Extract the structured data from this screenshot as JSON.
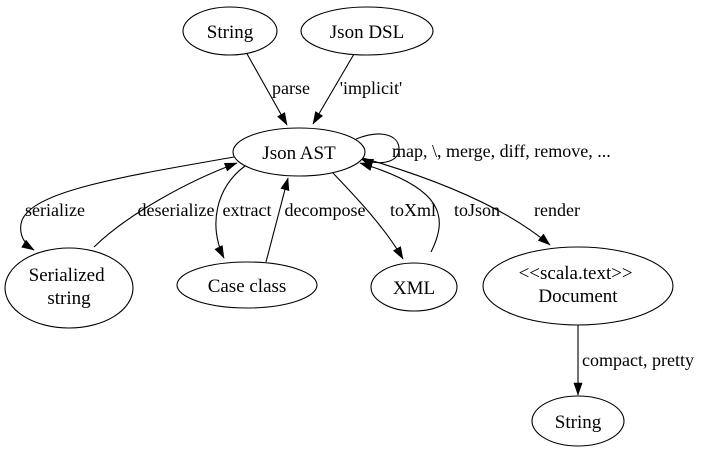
{
  "diagram": {
    "type": "directed-graph",
    "colors": {
      "background": "#ffffff",
      "node_fill": "#ffffff",
      "stroke": "#000000",
      "text": "#000000"
    },
    "nodes": {
      "string_top": {
        "label": "String"
      },
      "json_dsl": {
        "label": "Json DSL"
      },
      "json_ast": {
        "label": "Json AST"
      },
      "serialized_string": {
        "label_line1": "Serialized",
        "label_line2": "string"
      },
      "case_class": {
        "label": "Case class"
      },
      "xml": {
        "label": "XML"
      },
      "scala_text_document": {
        "label_line1": "<<scala.text>>",
        "label_line2": "Document"
      },
      "string_bottom": {
        "label": "String"
      }
    },
    "edges": {
      "parse": {
        "label": "parse",
        "from": "String",
        "to": "Json AST"
      },
      "implicit": {
        "label": "'implicit'",
        "from": "Json DSL",
        "to": "Json AST"
      },
      "map_loop": {
        "label": "map, \\, merge, diff, remove, ...",
        "from": "Json AST",
        "to": "Json AST"
      },
      "serialize": {
        "label": "serialize",
        "from": "Json AST",
        "to": "Serialized string"
      },
      "deserialize": {
        "label": "deserialize",
        "from": "Serialized string",
        "to": "Json AST"
      },
      "extract": {
        "label": "extract",
        "from": "Json AST",
        "to": "Case class"
      },
      "decompose": {
        "label": "decompose",
        "from": "Case class",
        "to": "Json AST"
      },
      "to_xml": {
        "label": "toXml",
        "from": "Json AST",
        "to": "XML"
      },
      "to_json": {
        "label": "toJson",
        "from": "XML",
        "to": "Json AST"
      },
      "render": {
        "label": "render",
        "from": "Json AST",
        "to": "<<scala.text>> Document"
      },
      "compact_pretty": {
        "label": "compact, pretty",
        "from": "<<scala.text>> Document",
        "to": "String"
      }
    }
  }
}
